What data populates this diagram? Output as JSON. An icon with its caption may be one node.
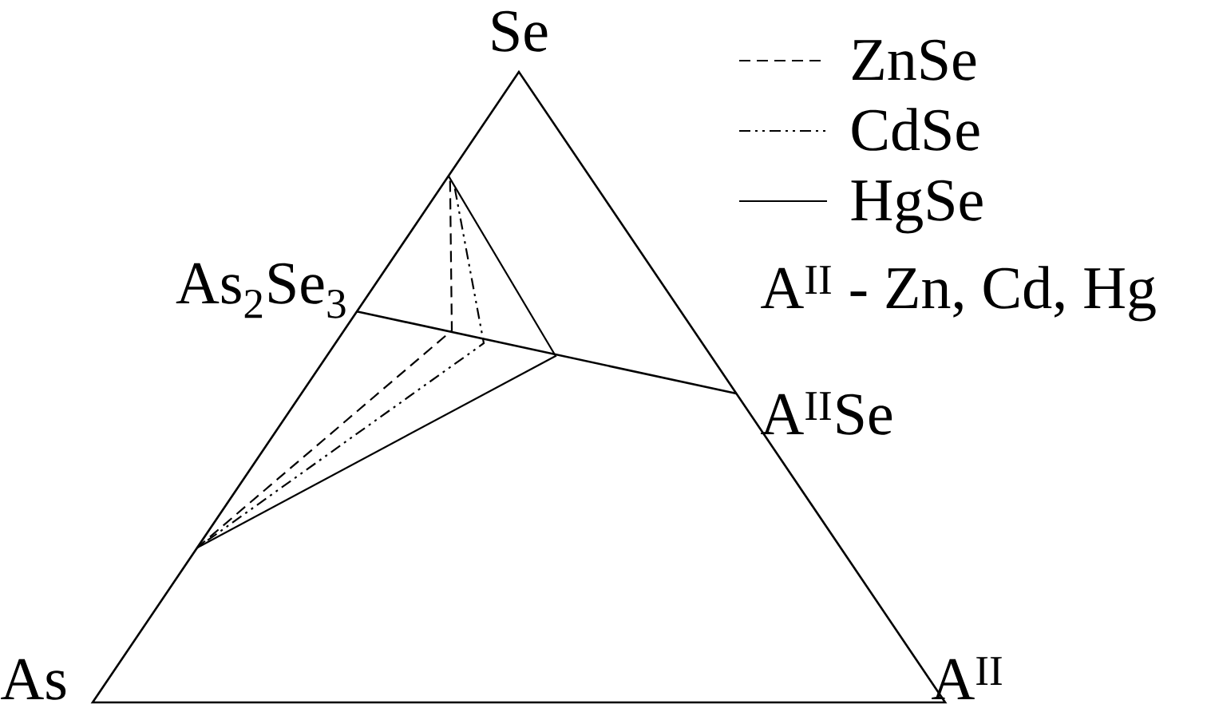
{
  "diagram": {
    "labels": [
      "Se",
      "As$_{2}$Se$_{3}$",
      "A$^{II}$Se",
      "As",
      "A$^{II}$",
      "A$^{II}$ - Zn, Cd, Hg"
    ],
    "legend": [
      {
        "text": "ZnSe"
      },
      {
        "text": "CdSe"
      },
      {
        "text": "HgSe"
      }
    ]
  }
}
